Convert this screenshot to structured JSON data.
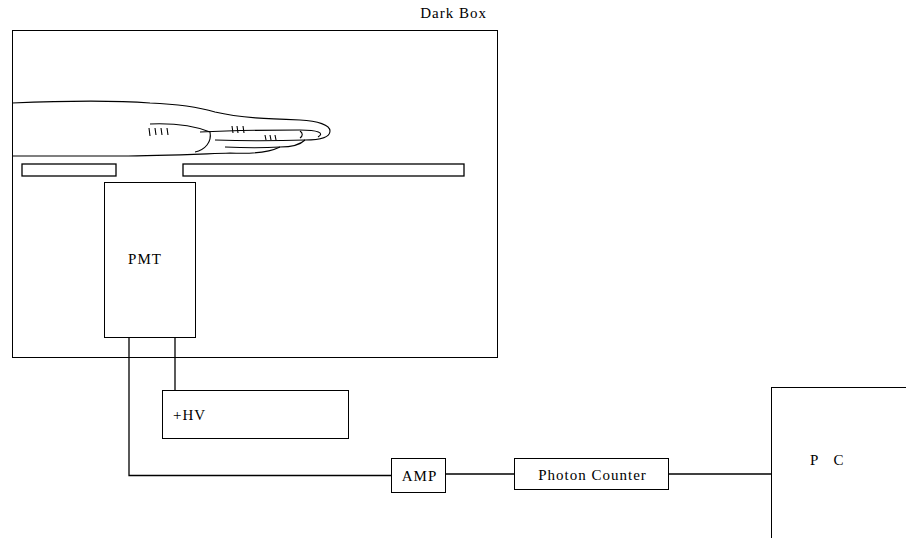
{
  "diagram": {
    "nodes": [
      {
        "text": [
          "Dark Box"
        ]
      },
      {
        "text": [
          "PMT"
        ],
        "in": 0
      },
      {
        "text": [
          "+HV"
        ]
      },
      {
        "text": [
          "AMP"
        ]
      },
      {
        "text": [
          "Photon Counter"
        ]
      },
      {
        "text": [
          "P C"
        ]
      }
    ],
    "edges": [
      {
        "from": 1,
        "to": 2,
        "arrow": "none"
      },
      {
        "from": 1,
        "to": 3,
        "arrow": "none"
      },
      {
        "from": 3,
        "to": 4,
        "arrow": "none"
      },
      {
        "from": 4,
        "to": 5,
        "arrow": "none"
      }
    ]
  }
}
